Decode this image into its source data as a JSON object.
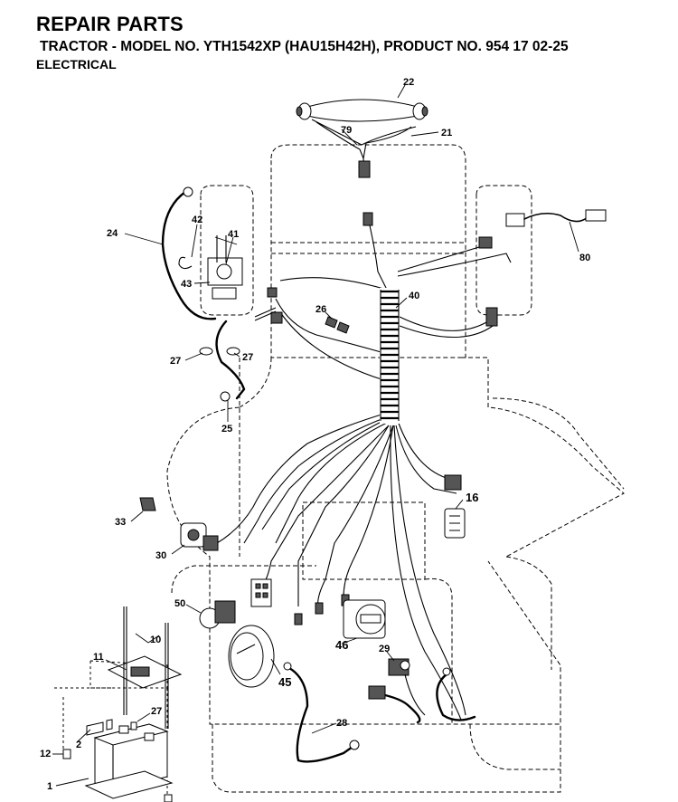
{
  "header": {
    "title": "REPAIR PARTS",
    "subtitle": "TRACTOR - MODEL NO. YTH1542XP (HAU15H42H), PRODUCT NO. 954 17 02-25",
    "section": "ELECTRICAL"
  },
  "callouts": {
    "c1": "1",
    "c2": "2",
    "c10": "10",
    "c11": "11",
    "c12": "12",
    "c16": "16",
    "c21": "21",
    "c22": "22",
    "c24": "24",
    "c25": "25",
    "c26": "26",
    "c27a": "27",
    "c27b": "27",
    "c27c": "27",
    "c28": "28",
    "c29": "29",
    "c30": "30",
    "c33": "33",
    "c40": "40",
    "c41": "41",
    "c42": "42",
    "c43": "43",
    "c45": "45",
    "c46": "46",
    "c50": "50",
    "c79": "79",
    "c80": "80"
  }
}
